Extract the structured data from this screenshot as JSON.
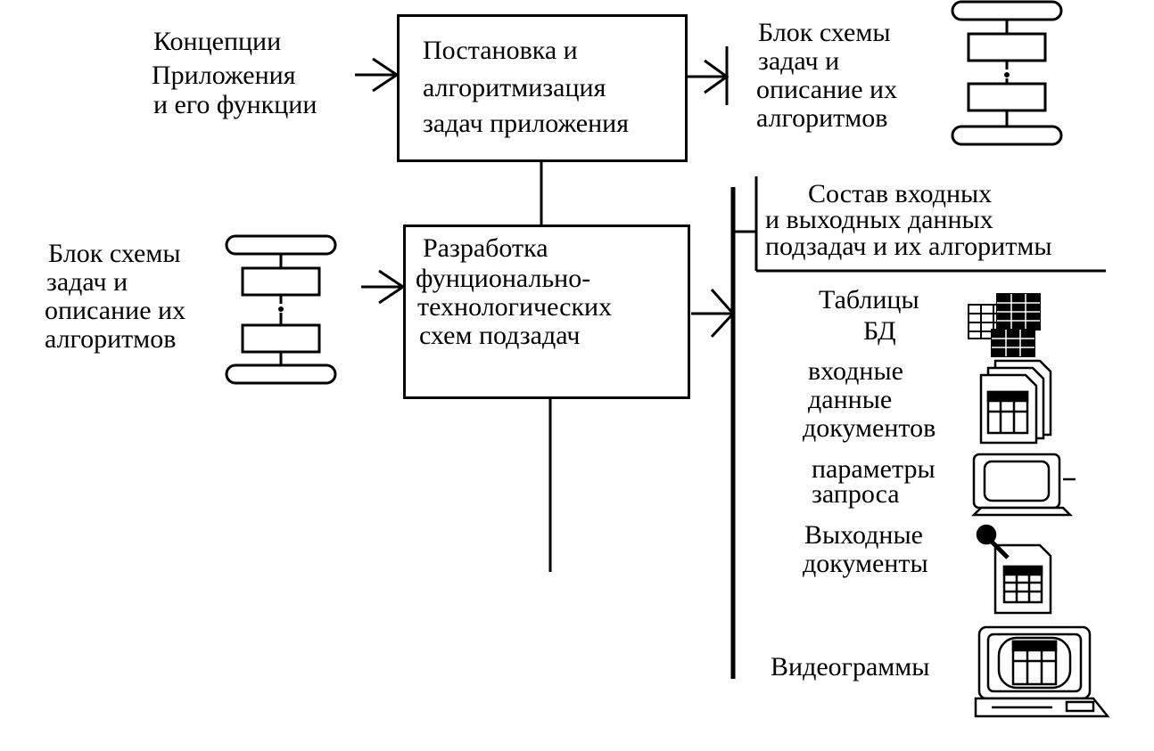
{
  "left_top": {
    "lines": [
      "Концепции",
      "Приложения",
      "и его функции"
    ]
  },
  "box_top": {
    "lines": [
      "Постановка и",
      "алгоритмизация",
      "задач приложения"
    ]
  },
  "right_top": {
    "lines": [
      "Блок схемы",
      "задач   и",
      "описание  их",
      "алгоритмов"
    ]
  },
  "left_mid": {
    "lines": [
      "Блок схемы",
      "задач   и",
      "описание  их",
      "алгоритмов"
    ]
  },
  "box_mid": {
    "lines": [
      "Разработка",
      "фунционально-",
      "технологических",
      "схем   подзадач"
    ]
  },
  "right_header": {
    "lines": [
      "Состав входных",
      "и выходных данных",
      "подзадач и их алгоритмы"
    ]
  },
  "outputs": [
    {
      "lines": [
        "Таблицы",
        "БД"
      ],
      "icon": "database-tables-icon"
    },
    {
      "lines": [
        "входные",
        "данные",
        "документов"
      ],
      "icon": "input-documents-icon"
    },
    {
      "lines": [
        "параметры",
        "запроса"
      ],
      "icon": "query-terminal-icon"
    },
    {
      "lines": [
        "Выходные",
        "документы"
      ],
      "icon": "output-document-icon"
    },
    {
      "lines": [
        "Видеограммы"
      ],
      "icon": "videogram-computer-icon"
    }
  ]
}
